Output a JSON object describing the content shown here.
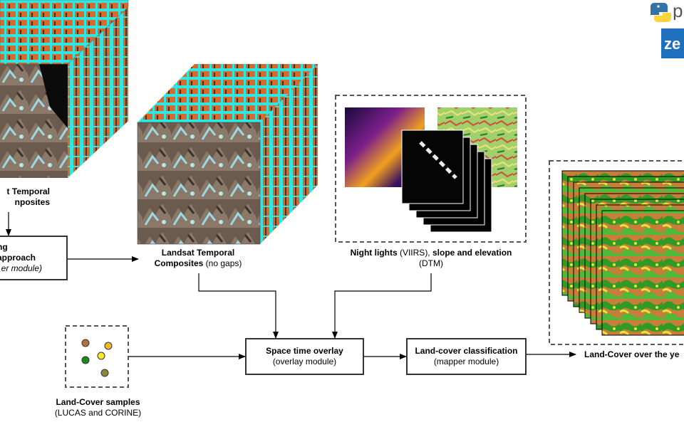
{
  "colors": {
    "teal": "#2fe6e0",
    "orange": "#d9682c",
    "dark": "#2a2a2a",
    "green": "#2f9a24",
    "tan": "#c77e3a",
    "yellow": "#e7e33a",
    "box_border": "#333333",
    "python_blue": "#3673a5",
    "python_yellow": "#ffd43b",
    "zenodo_blue": "#1f6fbf"
  },
  "top_left_label": {
    "line1": "t Temporal",
    "line2": "nposites"
  },
  "gapfill_box": {
    "title": "ng approach",
    "subtitle": "er module)"
  },
  "landsat_label": {
    "line1": "Landsat Temporal",
    "line2_bold": "Composites",
    "line2_rest": " (no gaps)"
  },
  "aux_label": {
    "bold1": "Night lights",
    "plain1": " (VIIRS), ",
    "bold2": "slope and elevation",
    "line2": "(DTM)"
  },
  "samples_label": {
    "line1": "Land-Cover samples",
    "line2": "(LUCAS and CORINE)"
  },
  "overlay_box": {
    "title": "Space time overlay",
    "subtitle": "(overlay module)"
  },
  "mapper_box": {
    "title": "Land-cover classification",
    "subtitle": "(mapper module)"
  },
  "output_label": {
    "text": "Land-Cover over the ye"
  },
  "logos": {
    "python_text": "p",
    "zenodo_text": "ze"
  },
  "sample_points": [
    "brown",
    "orange",
    "green",
    "yellow",
    "olive"
  ]
}
